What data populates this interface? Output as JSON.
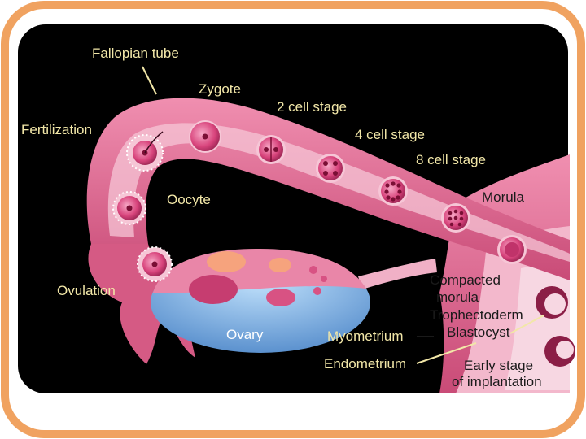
{
  "colors": {
    "frame": "#f0a260",
    "background": "#000000",
    "tissue": "#e56f92",
    "tissue_dark": "#b73a63",
    "lumen": "#f6c6d6",
    "ovary": "#6fa6dd",
    "cell": "#d8447c",
    "nucleus": "#7a0f35",
    "label_on_dark": "#f2e7a8",
    "label_on_light": "#1a1a1a"
  },
  "labels": {
    "fallopian_tube": "Fallopian tube",
    "zygote": "Zygote",
    "two_cell": "2 cell stage",
    "four_cell": "4 cell stage",
    "eight_cell": "8 cell stage",
    "fertilization": "Fertilization",
    "oocyte": "Oocyte",
    "morula": "Morula",
    "compacted_morula_line1": "Compacted",
    "compacted_morula_line2": "morula",
    "ovulation": "Ovulation",
    "trophectoderm": "Trophectoderm",
    "blastocyst": "Blastocyst",
    "ovary": "Ovary",
    "myometrium": "Myometrium",
    "endometrium": "Endometrium",
    "early_implantation_line1": "Early stage",
    "early_implantation_line2": "of implantation"
  }
}
